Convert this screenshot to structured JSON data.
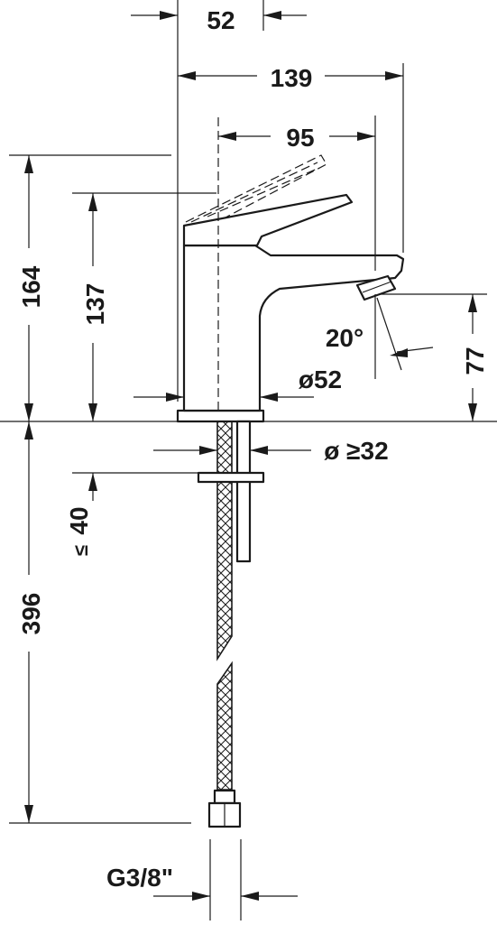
{
  "dimensions": {
    "d52_top": "52",
    "d139": "139",
    "d95": "95",
    "d164": "164",
    "d137": "137",
    "d20deg": "20°",
    "d77": "77",
    "d52_dia": "ø52",
    "d32": "ø ≥32",
    "d40": "40",
    "d40_prefix": "≤",
    "d396": "396",
    "thread": "G3/8\""
  }
}
